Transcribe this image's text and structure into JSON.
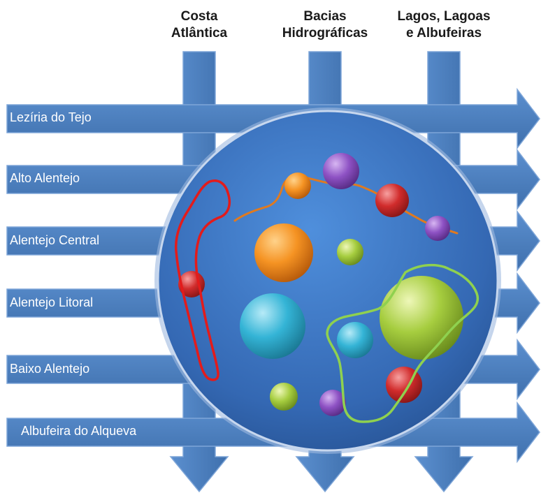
{
  "columns": [
    {
      "line1": "Costa",
      "line2": "Atlântica"
    },
    {
      "line1": "Bacias",
      "line2": "Hidrográficas"
    },
    {
      "line1": "Lagos, Lagoas",
      "line2": "e Albufeiras"
    }
  ],
  "rows": [
    {
      "label": "Lezíria do Tejo"
    },
    {
      "label": "Alto Alentejo"
    },
    {
      "label": "Alentejo Central"
    },
    {
      "label": "Alentejo Litoral"
    },
    {
      "label": "Baixo Alentejo"
    },
    {
      "label": "Albufeira do Alqueva"
    }
  ],
  "colors": {
    "arrow_fill": "#4a7ebb",
    "arrow_stroke": "#7fa6d8",
    "circle": "#3a76c4",
    "coast_outline": "#e31b1b",
    "basin_line": "#e07a1f",
    "lake_outline": "#8fd14f",
    "orange": "#f08a1c",
    "purple": "#8a4fbf",
    "red": "#d42a2a",
    "green": "#9cc93a",
    "cyan": "#2fb2d4"
  }
}
